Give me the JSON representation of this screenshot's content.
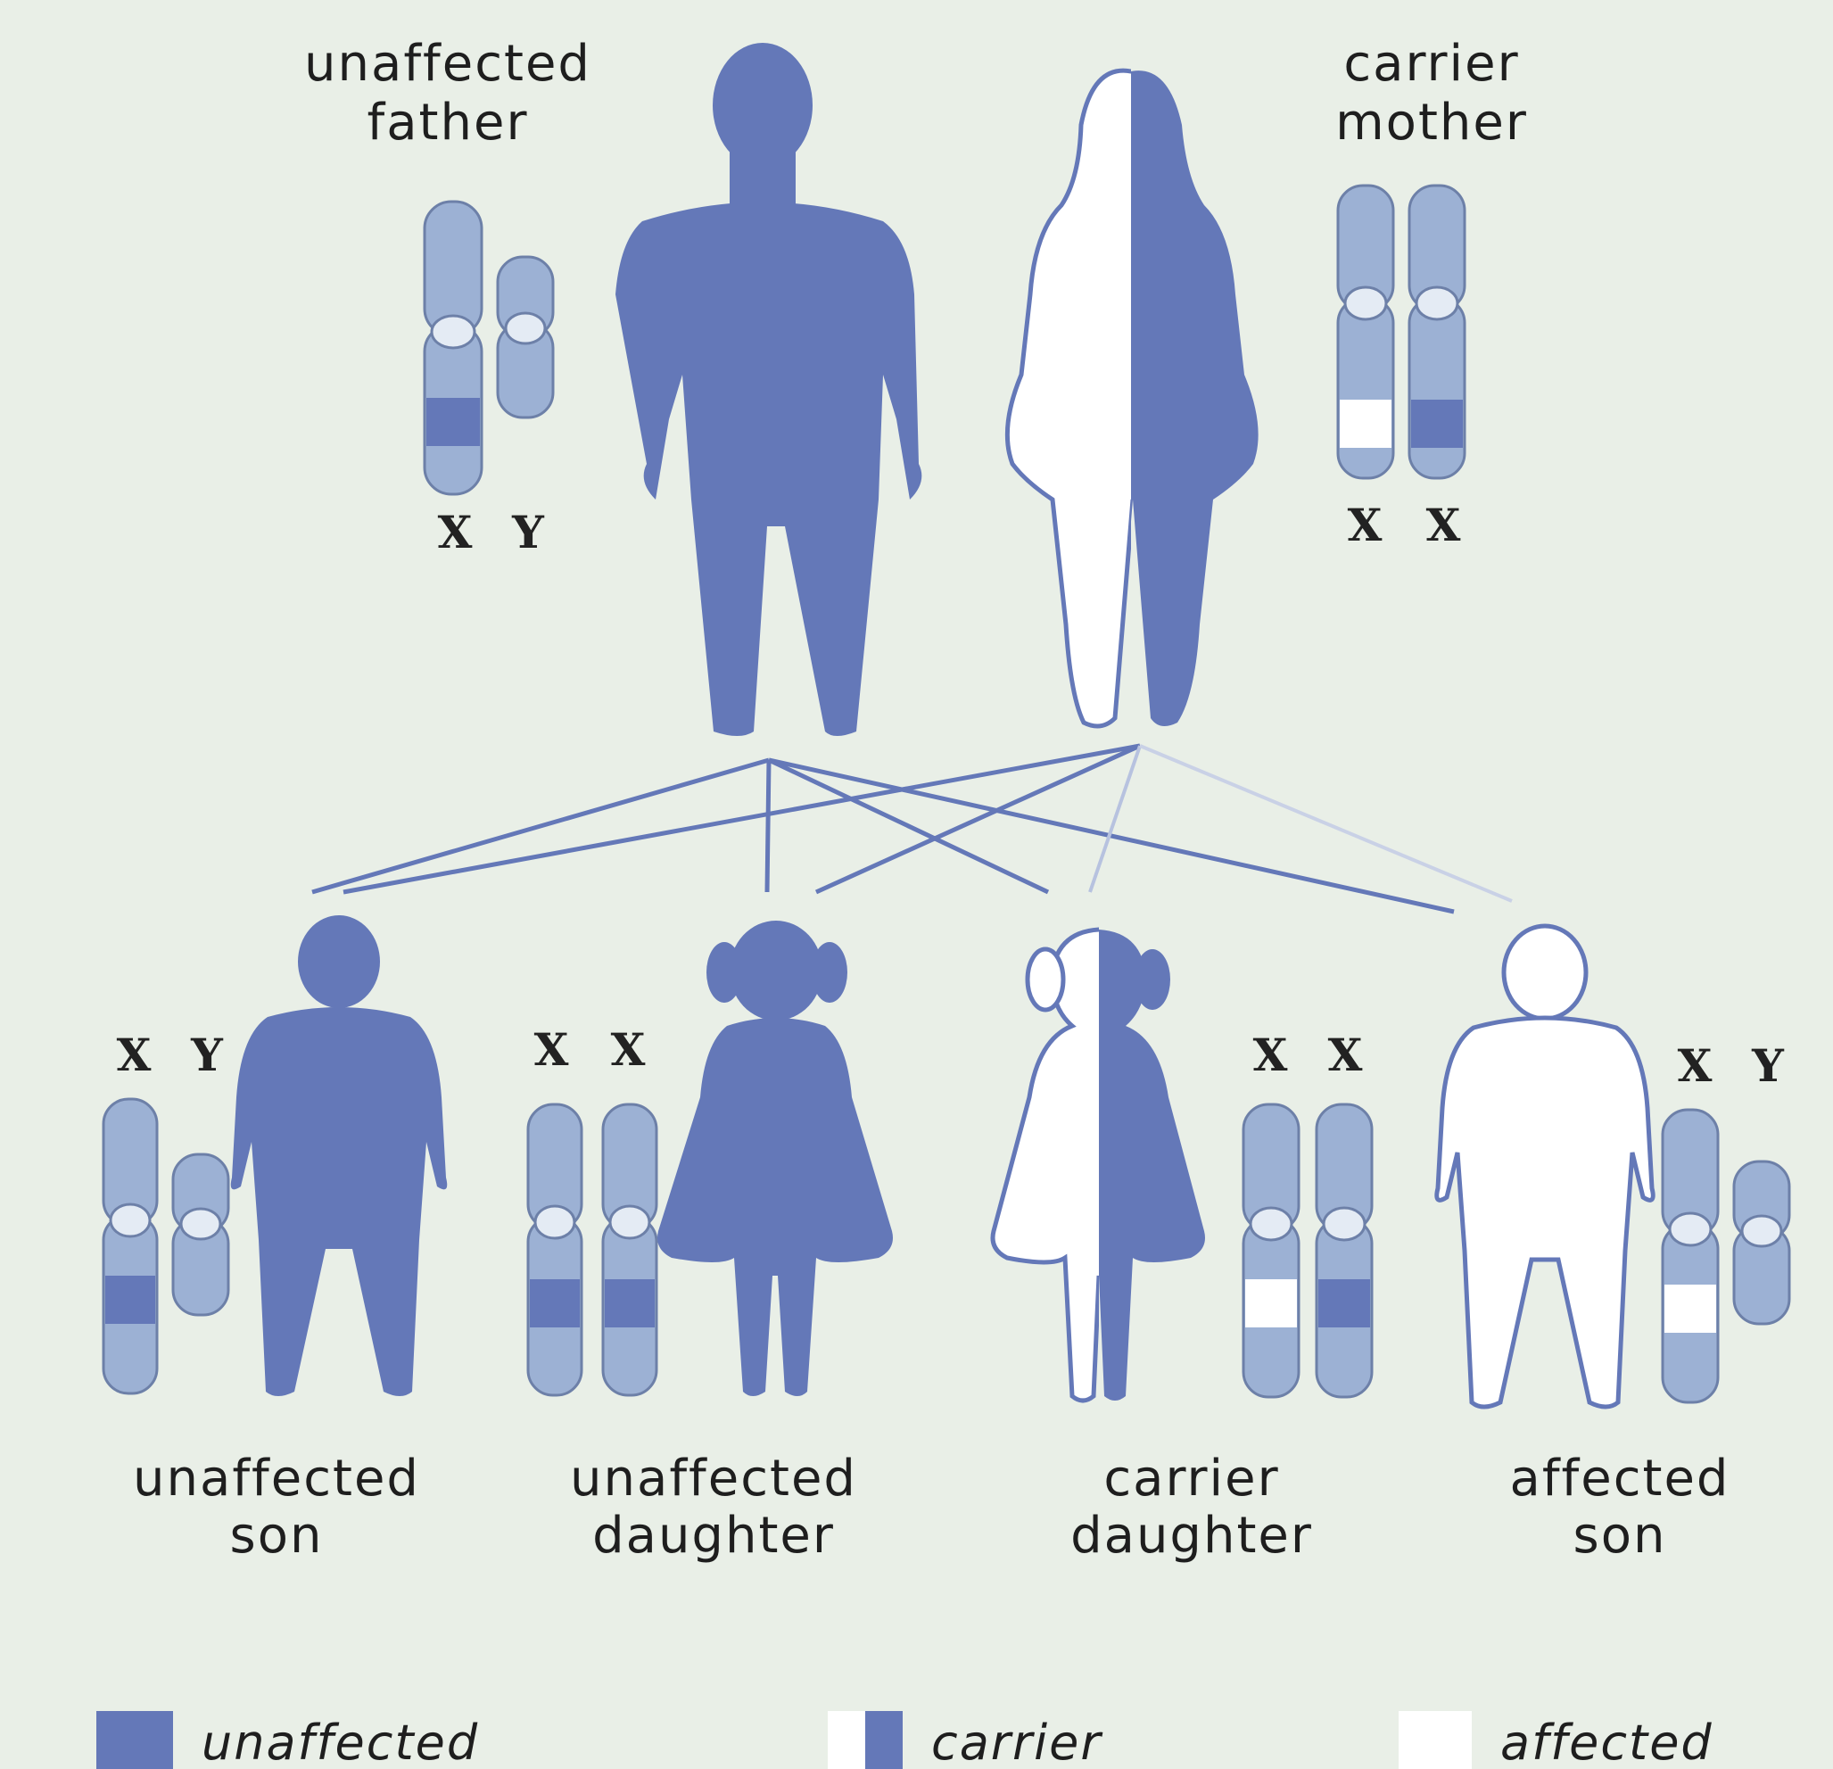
{
  "colors": {
    "background": "#e9efe7",
    "unaffected": "#6478b8",
    "chromosome": "#9cb1d4",
    "chromosome_outline": "#6d80a8",
    "affected": "#ffffff"
  },
  "parents": [
    {
      "line1": "unaffected",
      "line2": "father",
      "chromosomes": [
        "X",
        "Y"
      ]
    },
    {
      "line1": "carrier",
      "line2": "mother",
      "chromosomes": [
        "X",
        "X"
      ]
    }
  ],
  "children": [
    {
      "line1": "unaffected",
      "line2": "son",
      "chromosomes": [
        "X",
        "Y"
      ]
    },
    {
      "line1": "unaffected",
      "line2": "daughter",
      "chromosomes": [
        "X",
        "X"
      ]
    },
    {
      "line1": "carrier",
      "line2": "daughter",
      "chromosomes": [
        "X",
        "X"
      ]
    },
    {
      "line1": "affected",
      "line2": "son",
      "chromosomes": [
        "X",
        "Y"
      ]
    }
  ],
  "legend": [
    {
      "label": "unaffected",
      "icon": "unaffected-swatch"
    },
    {
      "label": "carrier",
      "icon": "carrier-swatch"
    },
    {
      "label": "affected",
      "icon": "affected-swatch"
    }
  ]
}
